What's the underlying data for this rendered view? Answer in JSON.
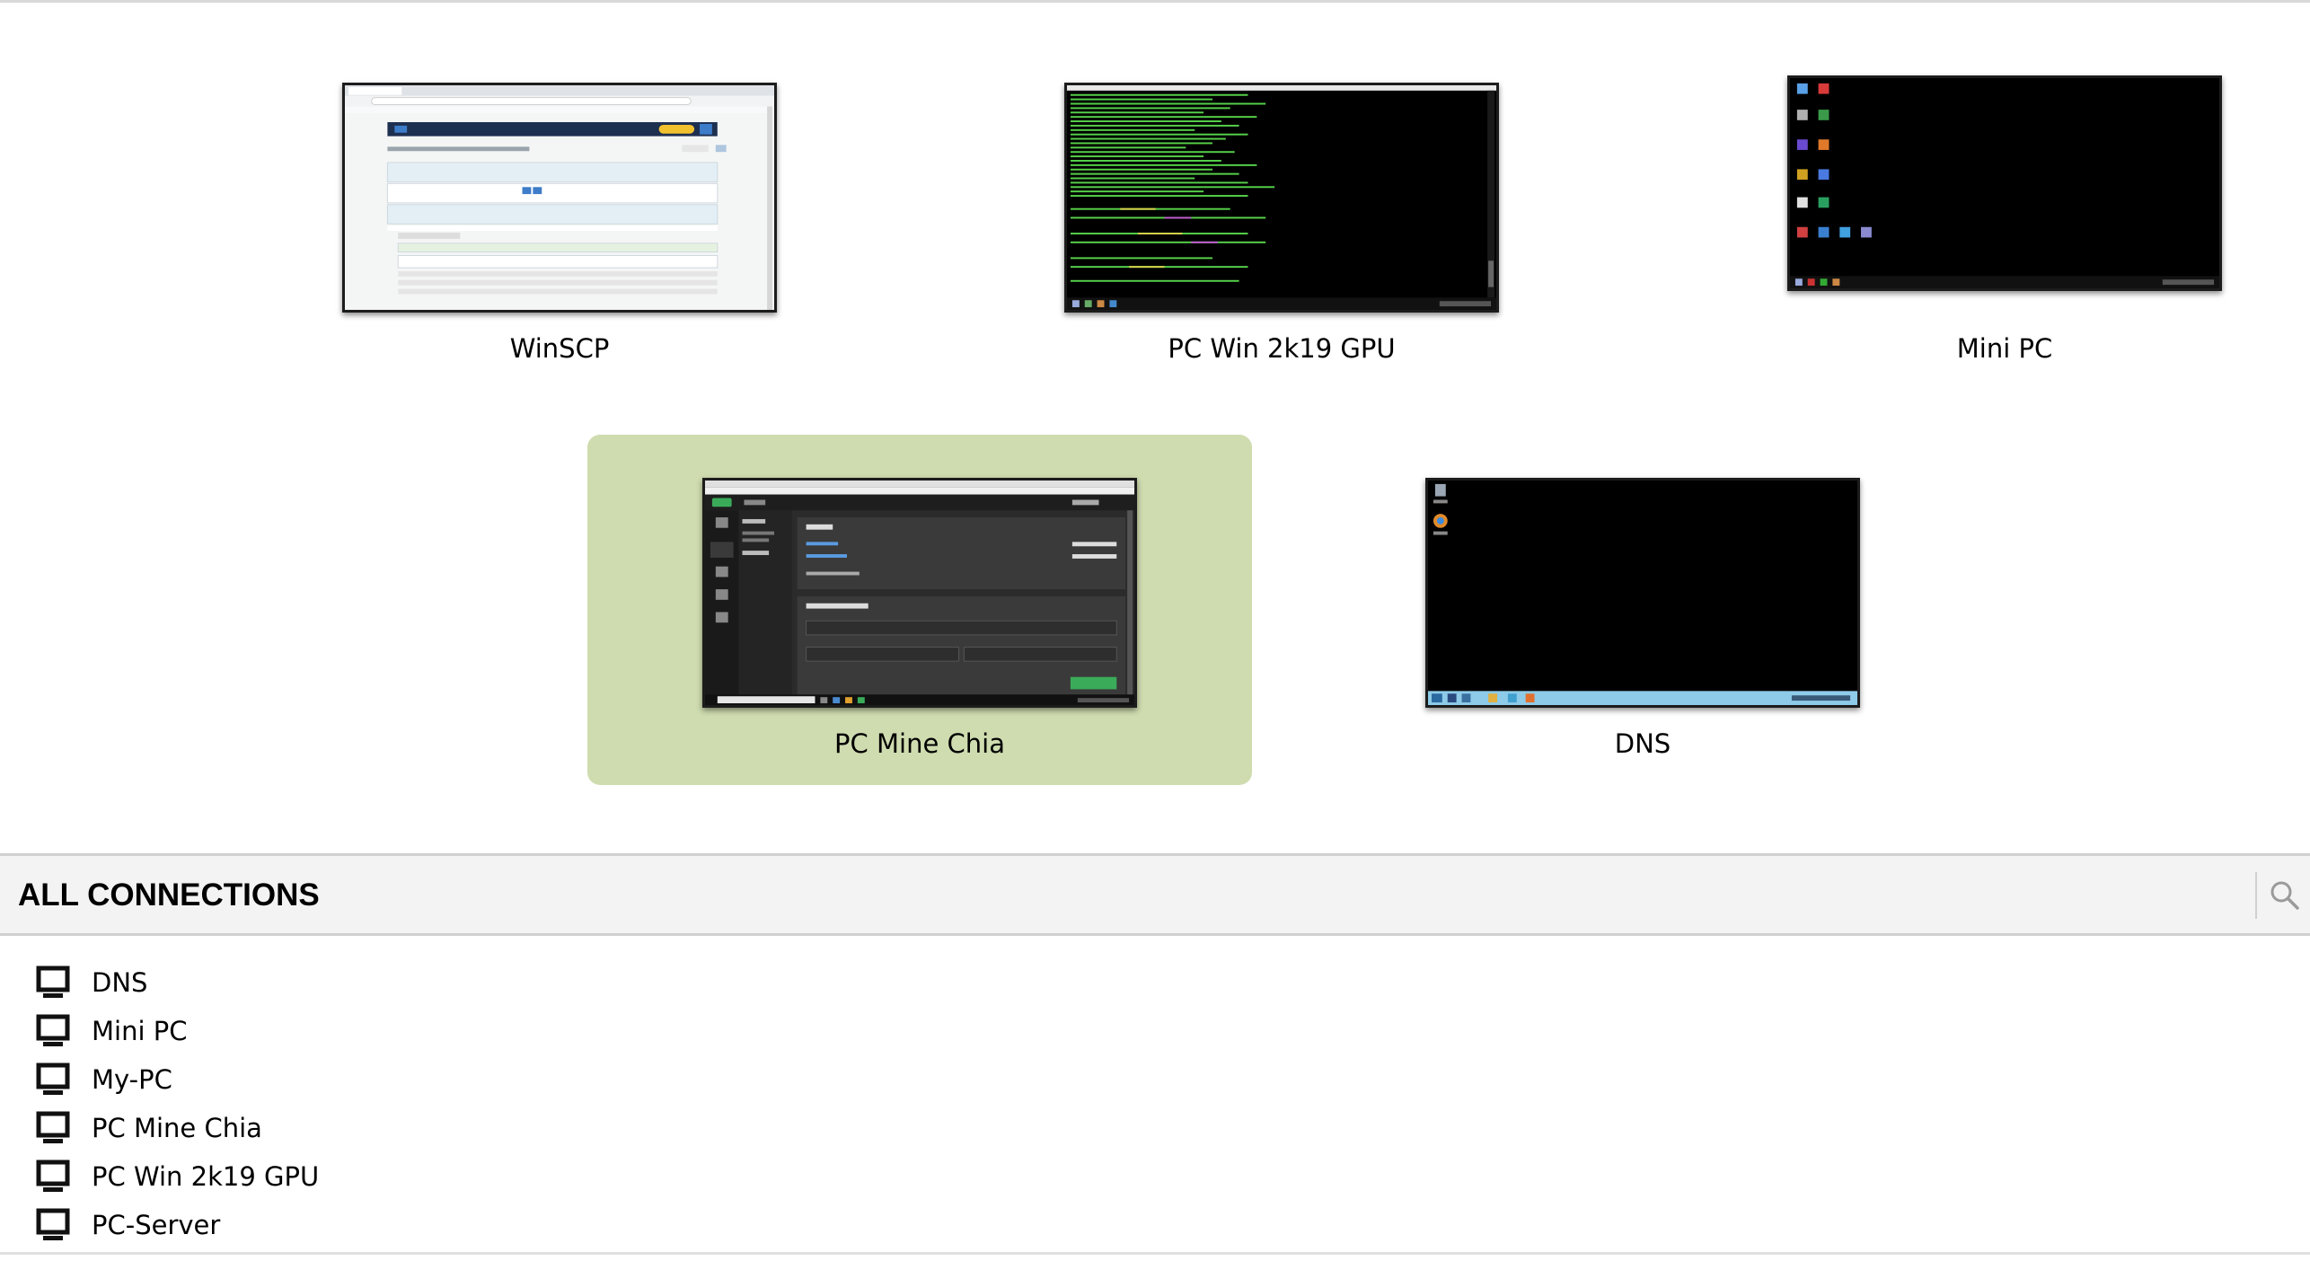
{
  "recent": [
    {
      "label": "WinSCP",
      "theme": "browser",
      "active": false
    },
    {
      "label": "PC Win 2k19 GPU",
      "theme": "terminal",
      "active": false
    },
    {
      "label": "Mini PC",
      "theme": "desktop",
      "active": false
    },
    {
      "label": "PC Mine Chia",
      "theme": "chia",
      "active": true
    },
    {
      "label": "DNS",
      "theme": "server-desktop",
      "active": false
    }
  ],
  "header": {
    "title": "ALL CONNECTIONS",
    "search_icon": "search-icon"
  },
  "connections": [
    {
      "label": "DNS",
      "icon": "desktop-computer-icon"
    },
    {
      "label": "Mini PC",
      "icon": "desktop-computer-icon"
    },
    {
      "label": "My-PC",
      "icon": "desktop-computer-icon"
    },
    {
      "label": "PC Mine Chia",
      "icon": "desktop-computer-icon"
    },
    {
      "label": "PC Win 2k19 GPU",
      "icon": "desktop-computer-icon"
    },
    {
      "label": "PC-Server",
      "icon": "desktop-computer-icon"
    }
  ],
  "colors": {
    "active_tile": "#cfdcaf",
    "header_bg": "#f3f3f3",
    "terminal_text": "#56d14a",
    "chia_accent": "#3aac59"
  }
}
